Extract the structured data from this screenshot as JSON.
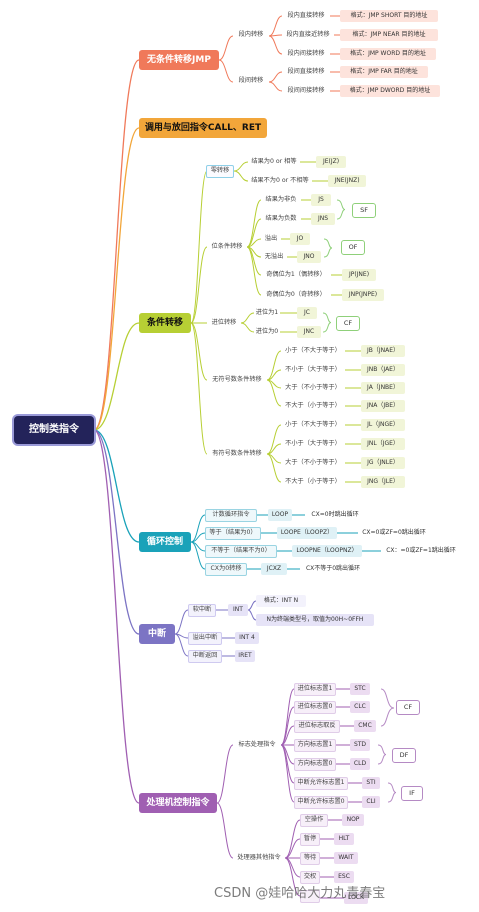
{
  "root": "控制类指令",
  "colors": {
    "root_bg": "#23235a",
    "jmp": "#f0795a",
    "call": "#f2a63a",
    "cond": "#b7cf34",
    "loop": "#1aa2b9",
    "int": "#7c74c4",
    "proc": "#a05fb2"
  },
  "jmp": {
    "title": "无条件转移JMP",
    "short_group": "段内转移",
    "far_group": "段间转移",
    "items": [
      {
        "label": "段内直接转移",
        "fmt": "格式：JMP SHORT 目的地址"
      },
      {
        "label": "段内直接近转移",
        "fmt": "格式：JMP NEAR 目的地址"
      },
      {
        "label": "段内间接转移",
        "fmt": "格式：JMP WORD 目的地址"
      },
      {
        "label": "段间直接转移",
        "fmt": "格式：JMP FAR 目的地址"
      },
      {
        "label": "段间间接转移",
        "fmt": "格式：JMP DWORD 目的地址"
      }
    ]
  },
  "call": {
    "title": "调用与放回指令CALL、RET"
  },
  "cond": {
    "title": "条件转移",
    "zero": {
      "label": "零转移",
      "items": [
        {
          "label": "结果为0 or 相等",
          "op": "JE(JZ)"
        },
        {
          "label": "结果不为0 or 不相等",
          "op": "JNE(JNZ)"
        }
      ]
    },
    "bits": {
      "label": "位条件转移",
      "items": [
        {
          "label": "结果为非负",
          "op": "JS"
        },
        {
          "label": "结果为负数",
          "op": "JNS"
        },
        {
          "label": "溢出",
          "op": "JO"
        },
        {
          "label": "无溢出",
          "op": "JNO"
        },
        {
          "label": "奇偶位为1（偶转移）",
          "op": "JP(JNE)"
        },
        {
          "label": "奇偶位为0（奇转移）",
          "op": "JNP(JNPE)"
        }
      ],
      "sf": "SF",
      "of": "OF"
    },
    "carry": {
      "label": "进位转移",
      "items": [
        {
          "label": "进位为1",
          "op": "JC"
        },
        {
          "label": "进位为0",
          "op": "JNC"
        }
      ],
      "cf": "CF"
    },
    "unsigned": {
      "label": "无符号数条件转移",
      "items": [
        {
          "label": "小于（不大于等于）",
          "op": "JB（JNAE）"
        },
        {
          "label": "不小于（大于等于）",
          "op": "JNB（JAE）"
        },
        {
          "label": "大于（不小于等于）",
          "op": "JA（JNBE）"
        },
        {
          "label": "不大于（小于等于）",
          "op": "JNA（JBE）"
        }
      ]
    },
    "signed": {
      "label": "有符号数条件转移",
      "items": [
        {
          "label": "小于（不大于等于）",
          "op": "JL（JNGE）"
        },
        {
          "label": "不小于（大于等于）",
          "op": "JNL（JGE）"
        },
        {
          "label": "大于（不小于等于）",
          "op": "JG（JNLE）"
        },
        {
          "label": "不大于（小于等于）",
          "op": "JNG（JLE）"
        }
      ]
    }
  },
  "loop": {
    "title": "循环控制",
    "items": [
      {
        "label": "计数循环指令",
        "op": "LOOP",
        "note": "CX=0时跳出循环"
      },
      {
        "label": "等于（结果为0）",
        "op": "LOOPE（LOOPZ）",
        "note": "CX=0或ZF=0跳出循环"
      },
      {
        "label": "不等于（结果不为0）",
        "op": "LOOPNE（LOOPNZ）",
        "note": "CX：=0或ZF=1跳出循环"
      },
      {
        "label": "CX为0转移",
        "op": "JCXZ",
        "note": "CX不等于0跳出循环"
      }
    ]
  },
  "int": {
    "title": "中断",
    "soft": "软中断",
    "soft_op": "INT",
    "soft_fmt": "格式：INT N",
    "soft_note": "N为终端类型号，取值为00H~0FFH",
    "overflow": "溢出中断",
    "overflow_op": "INT 4",
    "ret": "中断返回",
    "ret_op": "IRET"
  },
  "proc": {
    "title": "处理机控制指令",
    "flags": {
      "label": "标志处理指令",
      "items": [
        {
          "label": "进位标志置1",
          "op": "STC"
        },
        {
          "label": "进位标志置0",
          "op": "CLC"
        },
        {
          "label": "进位标志取反",
          "op": "CMC"
        },
        {
          "label": "方向标志置1",
          "op": "STD"
        },
        {
          "label": "方向标志置0",
          "op": "CLD"
        },
        {
          "label": "中断允许标志置1",
          "op": "STI"
        },
        {
          "label": "中断允许标志置0",
          "op": "CLI"
        }
      ],
      "cf": "CF",
      "df": "DF",
      "if": "IF"
    },
    "other": {
      "label": "处理器其他指令",
      "items": [
        {
          "label": "空操作",
          "op": "NOP"
        },
        {
          "label": "暂停",
          "op": "HLT"
        },
        {
          "label": "等待",
          "op": "WAIT"
        },
        {
          "label": "交权",
          "op": "ESC"
        },
        {
          "label": "",
          "op": "LOCK"
        }
      ]
    }
  },
  "watermark": "CSDN @娃哈哈大力丸青春宝"
}
